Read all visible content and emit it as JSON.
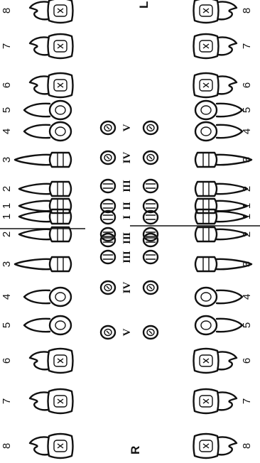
{
  "labels": {
    "right": "R",
    "left": "L"
  },
  "upper_permanent": [
    "8",
    "7",
    "6",
    "5",
    "4",
    "3",
    "2",
    "1",
    "1",
    "2",
    "3",
    "4",
    "5",
    "6",
    "7",
    "8"
  ],
  "lower_permanent": [
    "8",
    "7",
    "6",
    "5",
    "4",
    "3",
    "2",
    "1",
    "1",
    "2",
    "3",
    "4",
    "5",
    "6",
    "7",
    "8"
  ],
  "upper_primary": [
    "V",
    "IV",
    "III",
    "II",
    "I",
    "I",
    "II",
    "III",
    "IV",
    "V"
  ],
  "lower_primary": [
    "V",
    "IV",
    "III",
    "II",
    "I",
    "I",
    "II",
    "III",
    "IV",
    "V"
  ]
}
